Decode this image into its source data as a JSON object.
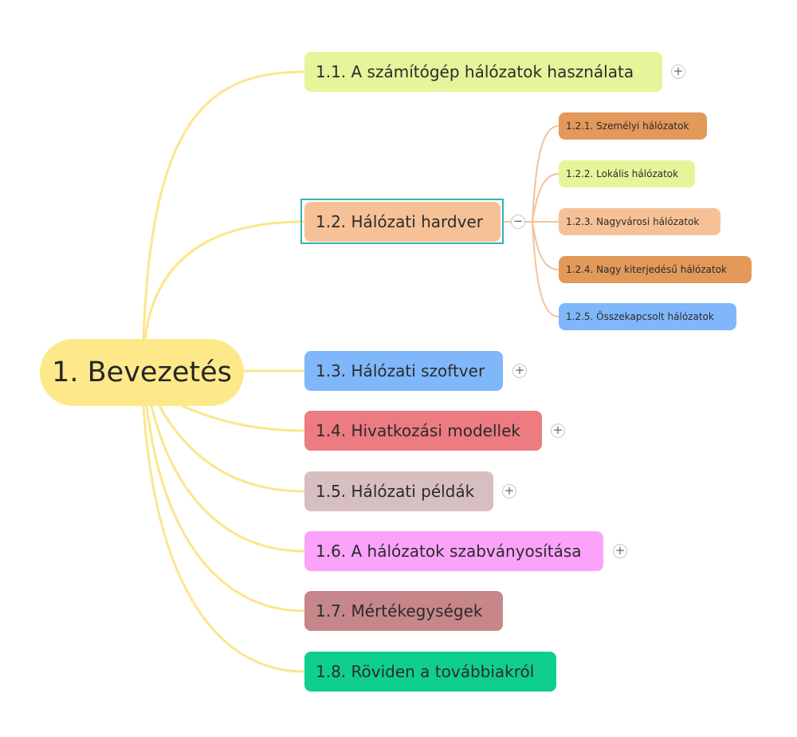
{
  "root": {
    "label": "1. Bevezetés",
    "color": "#fde98a"
  },
  "branch_line_color": "#fbe68c",
  "sub_line_color": "#f2c39a",
  "branches": [
    {
      "label": "1.1. A számítógép hálózatok használata",
      "color": "#e4f59a",
      "toggle": "+"
    },
    {
      "label": "1.2. Hálózati hardver",
      "color": "#f6c196",
      "toggle": "−",
      "selected": true
    },
    {
      "label": "1.3. Hálózati szoftver",
      "color": "#80b7fb",
      "toggle": "+"
    },
    {
      "label": "1.4. Hivatkozási modellek",
      "color": "#ec7b82",
      "toggle": "+"
    },
    {
      "label": "1.5. Hálózati példák",
      "color": "#d6bec1",
      "toggle": "+"
    },
    {
      "label": "1.6. A hálózatok szabványosítása",
      "color": "#fba3fa",
      "toggle": "+"
    },
    {
      "label": "1.7. Mértékegységek",
      "color": "#c6868a",
      "toggle": ""
    },
    {
      "label": "1.8. Röviden a továbbiakról",
      "color": "#0fce8f",
      "toggle": ""
    }
  ],
  "subtopics": [
    {
      "label": "1.2.1. Személyi hálózatok",
      "color": "#e2995a"
    },
    {
      "label": "1.2.2. Lokális hálózatok",
      "color": "#e4f59a"
    },
    {
      "label": "1.2.3. Nagyvárosi hálózatok",
      "color": "#f6c196"
    },
    {
      "label": "1.2.4. Nagy kiterjedésű hálózatok",
      "color": "#e2995a"
    },
    {
      "label": "1.2.5. Összekapcsolt hálózatok",
      "color": "#80b7fb"
    }
  ]
}
